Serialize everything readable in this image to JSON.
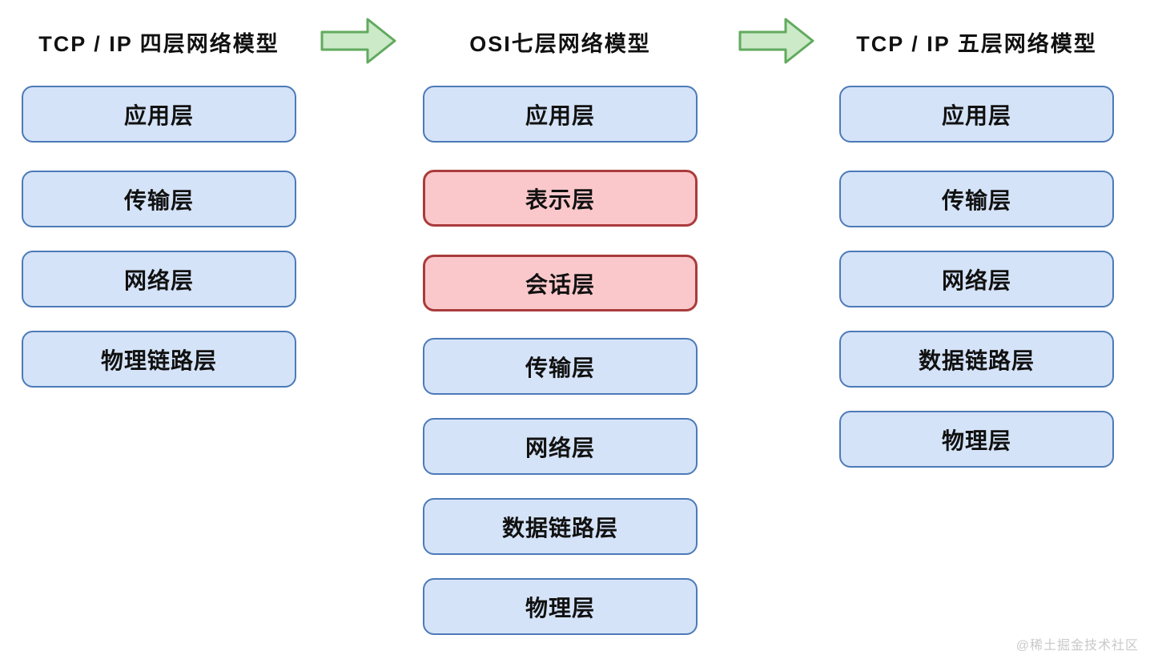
{
  "page": {
    "watermark": "@稀土掘金技术社区"
  },
  "colors": {
    "blue_fill": "#d5e3f8",
    "blue_border": "#4d7ab8",
    "red_fill": "#fac8cb",
    "red_border": "#aa3b3c",
    "arrow_fill": "#cce9c8",
    "arrow_border": "#61aa5e",
    "text_color": "#111111",
    "watermark_color": "#c9c9c9",
    "bg_color": "#ffffff"
  },
  "icons": {
    "between_columns": "right-arrow-icon"
  },
  "columns": [
    {
      "title": "TCP / IP 四层网络模型",
      "layers": [
        {
          "label": "应用层",
          "variant": "blue"
        },
        {
          "label": "传输层",
          "variant": "blue"
        },
        {
          "label": "网络层",
          "variant": "blue"
        },
        {
          "label": "物理链路层",
          "variant": "blue"
        }
      ]
    },
    {
      "title": "OSI七层网络模型",
      "layers": [
        {
          "label": "应用层",
          "variant": "blue"
        },
        {
          "label": "表示层",
          "variant": "red"
        },
        {
          "label": "会话层",
          "variant": "red"
        },
        {
          "label": "传输层",
          "variant": "blue"
        },
        {
          "label": "网络层",
          "variant": "blue"
        },
        {
          "label": "数据链路层",
          "variant": "blue"
        },
        {
          "label": "物理层",
          "variant": "blue"
        }
      ]
    },
    {
      "title": "TCP / IP 五层网络模型",
      "layers": [
        {
          "label": "应用层",
          "variant": "blue"
        },
        {
          "label": "传输层",
          "variant": "blue"
        },
        {
          "label": "网络层",
          "variant": "blue"
        },
        {
          "label": "数据链路层",
          "variant": "blue"
        },
        {
          "label": "物理层",
          "variant": "blue"
        }
      ]
    }
  ]
}
